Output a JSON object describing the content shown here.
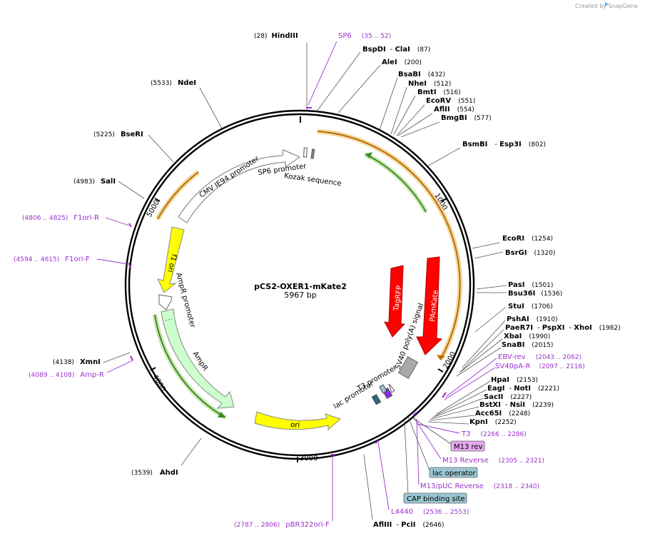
{
  "watermark": "Created by SnapGene",
  "plasmid": {
    "name": "pCS2-OXER1-mKate2",
    "length_label": "5967 bp",
    "length": 5967
  },
  "ticks": [
    "1000",
    "2000",
    "3000",
    "4000",
    "5000"
  ],
  "sites": [
    {
      "name": "HindIII",
      "pos": "(28)"
    },
    {
      "name": "BspDI",
      "name2": "ClaI",
      "pos": "(87)"
    },
    {
      "name": "AleI",
      "pos": "(200)"
    },
    {
      "name": "BsaBI",
      "pos": "(432)"
    },
    {
      "name": "NheI",
      "pos": "(512)"
    },
    {
      "name": "BmtI",
      "pos": "(516)"
    },
    {
      "name": "EcoRV",
      "pos": "(551)"
    },
    {
      "name": "AflII",
      "pos": "(554)"
    },
    {
      "name": "BmgBI",
      "pos": "(577)"
    },
    {
      "name": "BsmBI",
      "name2": "Esp3I",
      "pos": "(802)"
    },
    {
      "name": "EcoRI",
      "pos": "(1254)"
    },
    {
      "name": "BsrGI",
      "pos": "(1320)"
    },
    {
      "name": "PasI",
      "pos": "(1501)"
    },
    {
      "name": "Bsu36I",
      "pos": "(1536)"
    },
    {
      "name": "StuI",
      "pos": "(1706)"
    },
    {
      "name": "PshAI",
      "pos": "(1910)"
    },
    {
      "name": "PaeR7I",
      "name2": "PspXI",
      "name3": "XhoI",
      "pos": "(1982)"
    },
    {
      "name": "XbaI",
      "pos": "(1990)"
    },
    {
      "name": "SnaBI",
      "pos": "(2015)"
    },
    {
      "name": "HpaI",
      "pos": "(2153)"
    },
    {
      "name": "EagI",
      "name2": "NotI",
      "pos": "(2221)"
    },
    {
      "name": "SacII",
      "pos": "(2227)"
    },
    {
      "name": "BstXI",
      "name2": "NsiI",
      "pos": "(2239)"
    },
    {
      "name": "Acc65I",
      "pos": "(2248)"
    },
    {
      "name": "KpnI",
      "pos": "(2252)"
    },
    {
      "name": "AflIII",
      "name2": "PciI",
      "pos": "(2646)"
    },
    {
      "name": "AhdI",
      "pos": "(3539)"
    },
    {
      "name": "XmnI",
      "pos": "(4138)"
    },
    {
      "name": "SalI",
      "pos": "(4983)"
    },
    {
      "name": "BseRI",
      "pos": "(5225)"
    },
    {
      "name": "NdeI",
      "pos": "(5533)"
    }
  ],
  "primers": [
    {
      "name": "SP6",
      "range": "(35 .. 52)"
    },
    {
      "name": "EBV-rev",
      "range": "(2043 .. 2062)"
    },
    {
      "name": "SV40pA-R",
      "range": "(2097 .. 2116)"
    },
    {
      "name": "T3",
      "range": "(2266 .. 2286)"
    },
    {
      "name": "M13 Reverse",
      "range": "(2305 .. 2321)"
    },
    {
      "name": "M13/pUC Reverse",
      "range": "(2318 .. 2340)"
    },
    {
      "name": "L4440",
      "range": "(2536 .. 2553)"
    },
    {
      "name": "pBR322ori-F",
      "range": "(2787 .. 2806)"
    },
    {
      "name": "Amp-R",
      "range": "(4089 .. 4108)"
    },
    {
      "name": "F1ori-F",
      "range": "(4594 .. 4615)"
    },
    {
      "name": "F1ori-R",
      "range": "(4806 .. 4825)"
    }
  ],
  "boxed": [
    {
      "name": "M13 rev",
      "color": "#e6a6ef"
    },
    {
      "name": "lac operator",
      "color": "#99c6d2"
    },
    {
      "name": "CAP binding site",
      "color": "#99c6d2"
    }
  ],
  "features": [
    {
      "name": "CMV IE94 promoter",
      "color": "#ffffff"
    },
    {
      "name": "SP6 promoter"
    },
    {
      "name": "Kozak sequence"
    },
    {
      "name": "f1 ori",
      "color": "#ffff00"
    },
    {
      "name": "AmpR promoter",
      "color": "#ffffff"
    },
    {
      "name": "AmpR",
      "color": "#ccffcc"
    },
    {
      "name": "ori",
      "color": "#ffff00"
    },
    {
      "name": "TagRFP",
      "color": "#ff0000"
    },
    {
      "name": "PAmKate",
      "color": "#ff0000"
    },
    {
      "name": "SV40 poly(A) signal",
      "color": "#a9a9a9"
    },
    {
      "name": "T3 promoter"
    },
    {
      "name": "lac promoter"
    }
  ],
  "colors": {
    "backbone": "#000000",
    "primer": "#9932cc",
    "orange_arc": "#e8a02a",
    "green_arc": "#3c8c1e",
    "yellow_feature": "#ffff00",
    "red_feature": "#ff0000"
  }
}
